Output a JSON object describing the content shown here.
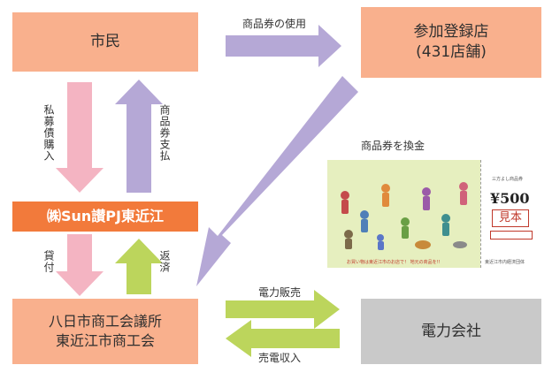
{
  "nodes": {
    "citizens": "市民",
    "stores_line1": "参加登録店",
    "stores_line2": "(431店舗)",
    "sunsan": "㈱Sun讃PJ東近江",
    "chambers_line1": "八日市商工会議所",
    "chambers_line2": "東近江市商工会",
    "power_company": "電力会社"
  },
  "labels": {
    "voucher_use": "商品券の使用",
    "bond_purchase": "私募債購入",
    "voucher_payment": "商品券支払",
    "loan": "貸付",
    "repayment": "返済",
    "voucher_exchange": "商品券を換金",
    "power_sales": "電力販売",
    "power_revenue": "売電収入"
  },
  "voucher": {
    "issuer": "三方よし商品券",
    "value": "¥500",
    "sample_stamp": "見本",
    "slogan": "お買い物は東近江市のお店で！ 地元の商品を!!",
    "issuer_footer": "東近江市内経済団体"
  },
  "colors": {
    "box_orange": "#f9b08d",
    "bar_orange": "#f27a3b",
    "box_gray": "#c9c9c9",
    "arrow_purple": "#b5a8d6",
    "arrow_pink": "#f4b4c2",
    "arrow_green": "#bcd55c"
  }
}
